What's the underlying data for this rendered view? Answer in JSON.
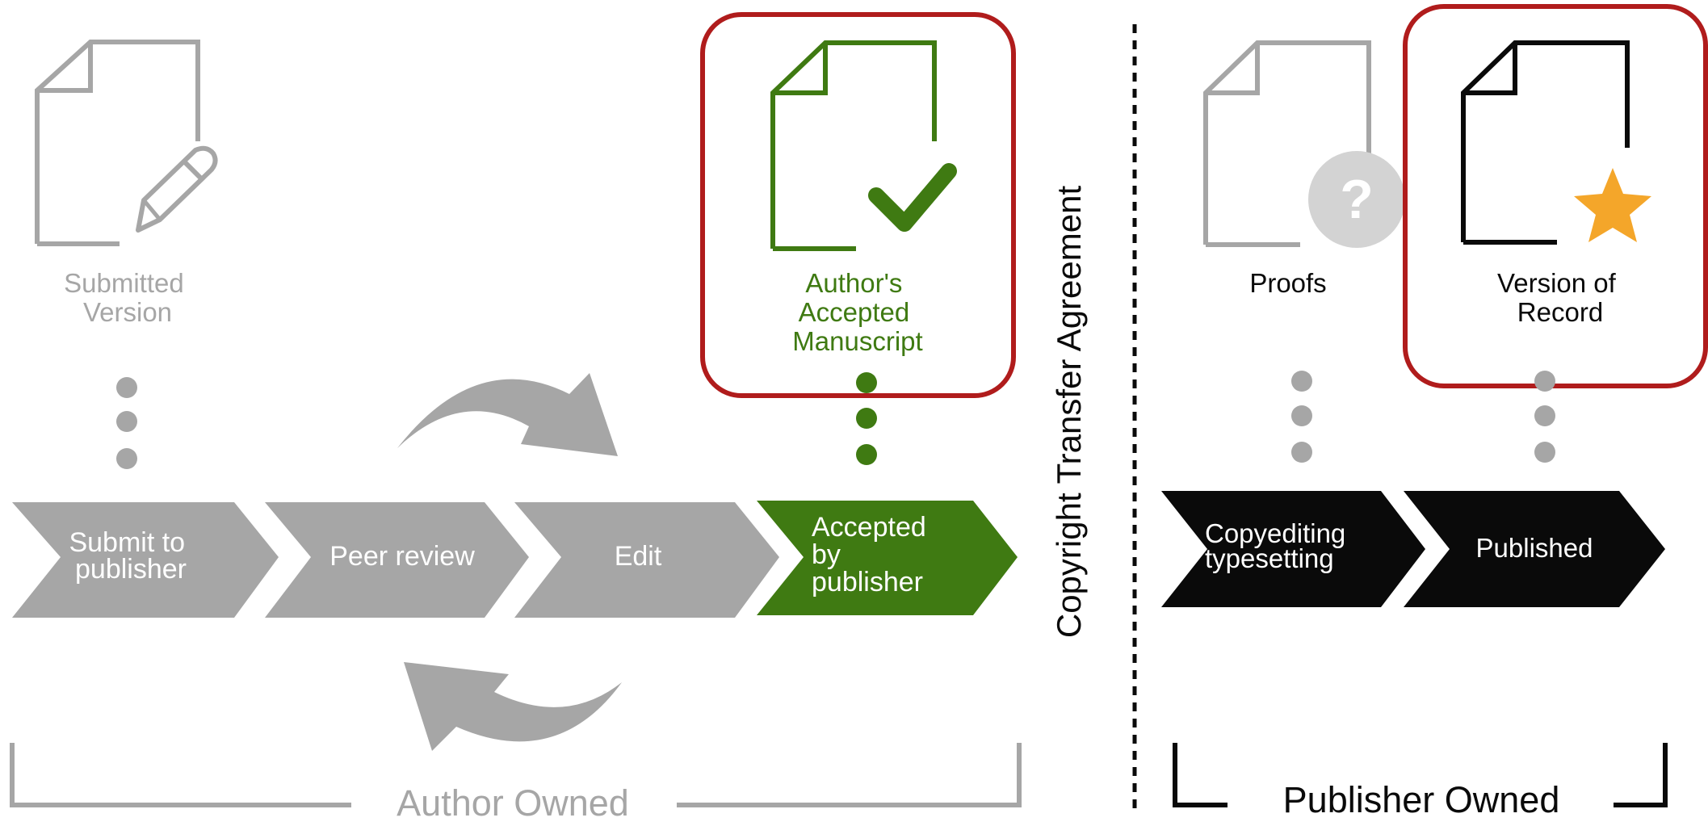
{
  "colors": {
    "gray": "#a6a6a6",
    "light_gray": "#b3b3b3",
    "green": "#3f7a12",
    "black": "#0a0a0a",
    "red_highlight": "#b01c1c",
    "star": "#f4a62a",
    "question_badge": "#d3d3d3",
    "white": "#ffffff"
  },
  "documents": {
    "submitted": {
      "line1": "Submitted",
      "line2": "Version",
      "icon": "pencil-icon"
    },
    "accepted": {
      "line1": "Author's",
      "line2": "Accepted",
      "line3": "Manuscript",
      "icon": "checkmark-icon"
    },
    "proofs": {
      "line1": "Proofs",
      "icon": "question-icon"
    },
    "record": {
      "line1": "Version of",
      "line2": "Record",
      "icon": "star-icon"
    }
  },
  "steps": {
    "submit": {
      "line1": "Submit to",
      "line2": "publisher"
    },
    "peer_review": {
      "line1": "Peer review"
    },
    "edit": {
      "line1": "Edit"
    },
    "accepted": {
      "line1": "Accepted",
      "line2": "by",
      "line3": "publisher"
    },
    "copyediting": {
      "line1": "Copyediting",
      "line2": "typesetting"
    },
    "published": {
      "line1": "Published"
    }
  },
  "divider_label": "Copyright Transfer Agreement",
  "groups": {
    "author": "Author Owned",
    "publisher": "Publisher Owned"
  }
}
